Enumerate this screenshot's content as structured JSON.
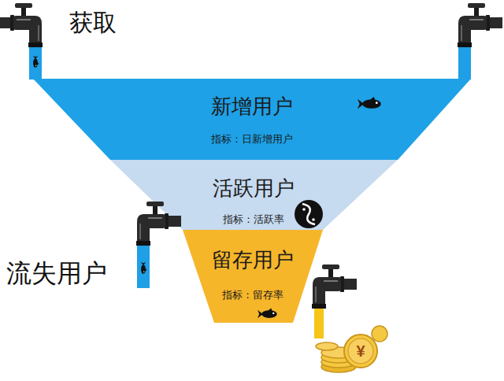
{
  "diagram": {
    "nodes": [
      {
        "text": [
          "新增用户",
          "指标：日新增用户"
        ]
      },
      {
        "text": [
          "活跃用户",
          "指标：活跃率"
        ]
      },
      {
        "text": [
          "留存用户",
          "指标：留存率"
        ]
      }
    ],
    "labels": [
      "获取",
      "流失用户",
      "¥"
    ]
  }
}
